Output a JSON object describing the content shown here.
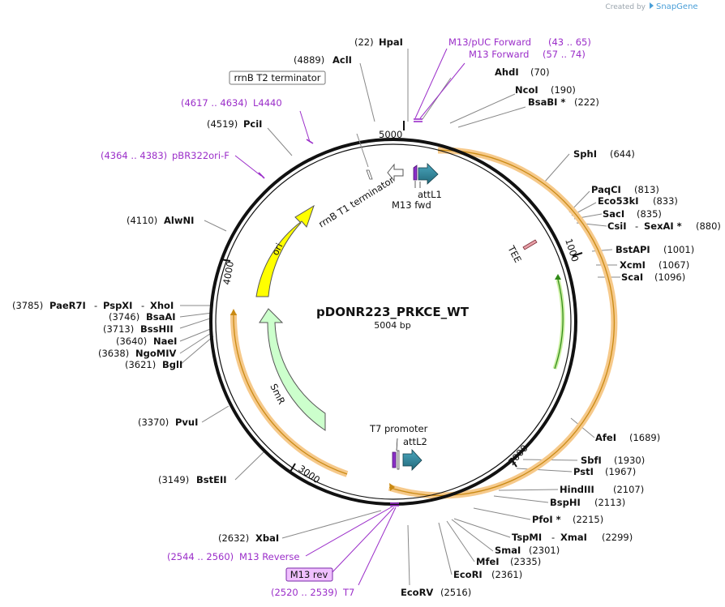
{
  "header": {
    "created_by": "Created by",
    "brand": "SnapGene"
  },
  "plasmid": {
    "name": "pDONR223_PRKCE_WT",
    "size": "5004 bp"
  },
  "ticks": [
    "5000",
    "1000",
    "2000",
    "3000",
    "4000"
  ],
  "features": {
    "attL1": "attL1",
    "m13fwd": "M13 fwd",
    "rrnb_t1": "rrnB T1 terminator",
    "rrnb_t2": "rrnB T2 terminator",
    "tee": "TEE",
    "ori": "ori",
    "smr": "SmR",
    "t7promoter": "T7 promoter",
    "attL2": "attL2",
    "m13rev": "M13 rev"
  },
  "primers": {
    "m13puc_name": "M13/pUC Forward",
    "m13puc_pos": "(43 .. 65)",
    "m13fwd_name": "M13 Forward",
    "m13fwd_pos": "(57 .. 74)",
    "l4440_pos": "(4617 .. 4634)",
    "l4440_name": "L4440",
    "pbr_pos": "(4364 .. 4383)",
    "pbr_name": "pBR322ori-F",
    "m13rev_pos": "(2544 .. 2560)",
    "m13rev_name": "M13 Reverse",
    "t7_pos": "(2520 .. 2539)",
    "t7_name": "T7"
  },
  "sites": {
    "hpai": {
      "pos": "(22)",
      "name": "HpaI"
    },
    "acli": {
      "pos": "(4889)",
      "name": "AclI"
    },
    "ahdi": {
      "pos": "(70)",
      "name": "AhdI"
    },
    "ncoi": {
      "pos": "(190)",
      "name": "NcoI"
    },
    "bsabi": {
      "pos": "(222)",
      "name": "BsaBI *"
    },
    "pcii": {
      "pos": "(4519)",
      "name": "PciI"
    },
    "sphi": {
      "pos": "(644)",
      "name": "SphI"
    },
    "paqci": {
      "pos": "(813)",
      "name": "PaqCI"
    },
    "eco53ki": {
      "pos": "(833)",
      "name": "Eco53kI"
    },
    "saci": {
      "pos": "(835)",
      "name": "SacI"
    },
    "csii": {
      "name": "CsiI",
      "sep": "-",
      "name2": "SexAI *",
      "pos": "(880)"
    },
    "alwni": {
      "pos": "(4110)",
      "name": "AlwNI"
    },
    "bstapi": {
      "pos": "(1001)",
      "name": "BstAPI"
    },
    "xcmi": {
      "pos": "(1067)",
      "name": "XcmI"
    },
    "scai": {
      "pos": "(1096)",
      "name": "ScaI"
    },
    "paer7i": {
      "pos": "(3785)",
      "name": "PaeR7I",
      "sep1": "-",
      "name2": "PspXI",
      "sep2": "-",
      "name3": "XhoI"
    },
    "bsaai": {
      "pos": "(3746)",
      "name": "BsaAI"
    },
    "bsshii": {
      "pos": "(3713)",
      "name": "BssHII"
    },
    "naei": {
      "pos": "(3640)",
      "name": "NaeI"
    },
    "ngomiv": {
      "pos": "(3638)",
      "name": "NgoMIV"
    },
    "bgli": {
      "pos": "(3621)",
      "name": "BglI"
    },
    "pvui": {
      "pos": "(3370)",
      "name": "PvuI"
    },
    "afei": {
      "name": "AfeI",
      "pos": "(1689)"
    },
    "sbfi": {
      "name": "SbfI",
      "pos": "(1930)"
    },
    "psti": {
      "name": "PstI",
      "pos": "(1967)"
    },
    "bsteii": {
      "pos": "(3149)",
      "name": "BstEII"
    },
    "hindiii": {
      "name": "HindIII",
      "pos": "(2107)"
    },
    "bsphi": {
      "name": "BspHI",
      "pos": "(2113)"
    },
    "pfoi": {
      "name": "PfoI *",
      "pos": "(2215)"
    },
    "xbai": {
      "pos": "(2632)",
      "name": "XbaI"
    },
    "tspmi": {
      "name": "TspMI",
      "sep": "-",
      "name2": "XmaI",
      "pos": "(2299)"
    },
    "smai": {
      "name": "SmaI",
      "pos": "(2301)"
    },
    "mfei": {
      "name": "MfeI",
      "pos": "(2335)"
    },
    "ecori": {
      "name": "EcoRI",
      "pos": "(2361)"
    },
    "ecorv": {
      "name": "EcoRV",
      "pos": "(2516)"
    }
  },
  "colors": {
    "backbone": "#111111",
    "orf": "#f6c98a",
    "ori": "#ffff00",
    "smr": "#ccffcc",
    "att": "#2e8196",
    "primer": "#9b2ec9",
    "primer_box": "#f0c0ff"
  }
}
